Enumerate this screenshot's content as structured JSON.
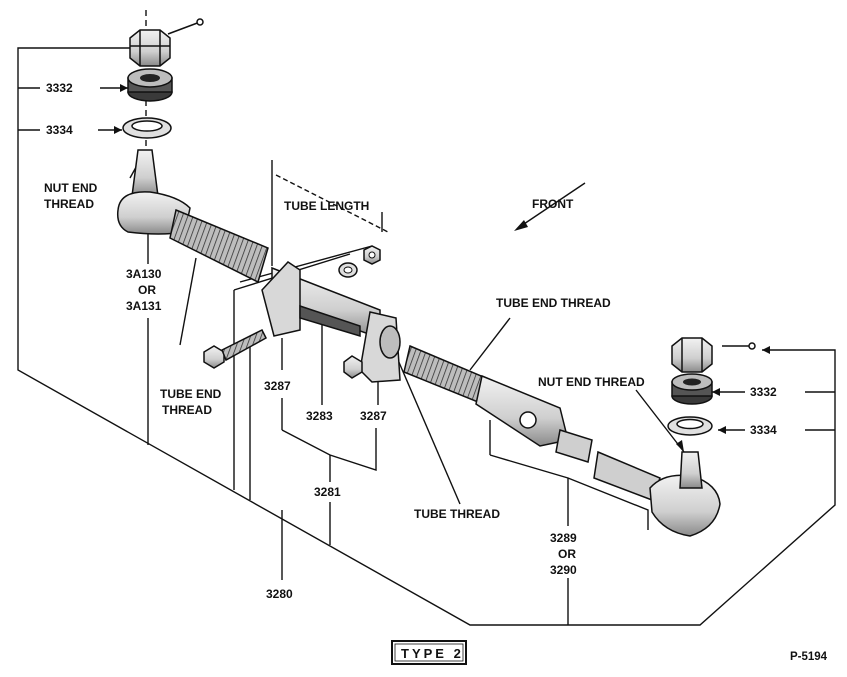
{
  "labels": {
    "p3332_top": "3332",
    "p3334_top": "3334",
    "nut_end_thread_l1": "NUT END",
    "nut_end_thread_l2": "THREAD",
    "p3a130": "3A130",
    "or_1": "OR",
    "p3a131": "3A131",
    "tube_end_thread_left_l1": "TUBE END",
    "tube_end_thread_left_l2": "THREAD",
    "tube_length": "TUBE LENGTH",
    "p3287_left": "3287",
    "p3283": "3283",
    "p3287_right": "3287",
    "p3281": "3281",
    "p3280": "3280",
    "tube_thread": "TUBE THREAD",
    "front": "FRONT",
    "tube_end_thread_right": "TUBE END THREAD",
    "nut_end_thread_right": "NUT END THREAD",
    "p3332_right": "3332",
    "p3334_right": "3334",
    "p3289": "3289",
    "or_2": "OR",
    "p3290": "3290",
    "type": "TYPE 2",
    "figure_code": "P-5194"
  },
  "colors": {
    "ink": "#111111",
    "paper": "#ffffff",
    "metal_light": "#e6e6e6",
    "metal_mid": "#9a9a9a",
    "metal_dark": "#3a3a3a"
  }
}
